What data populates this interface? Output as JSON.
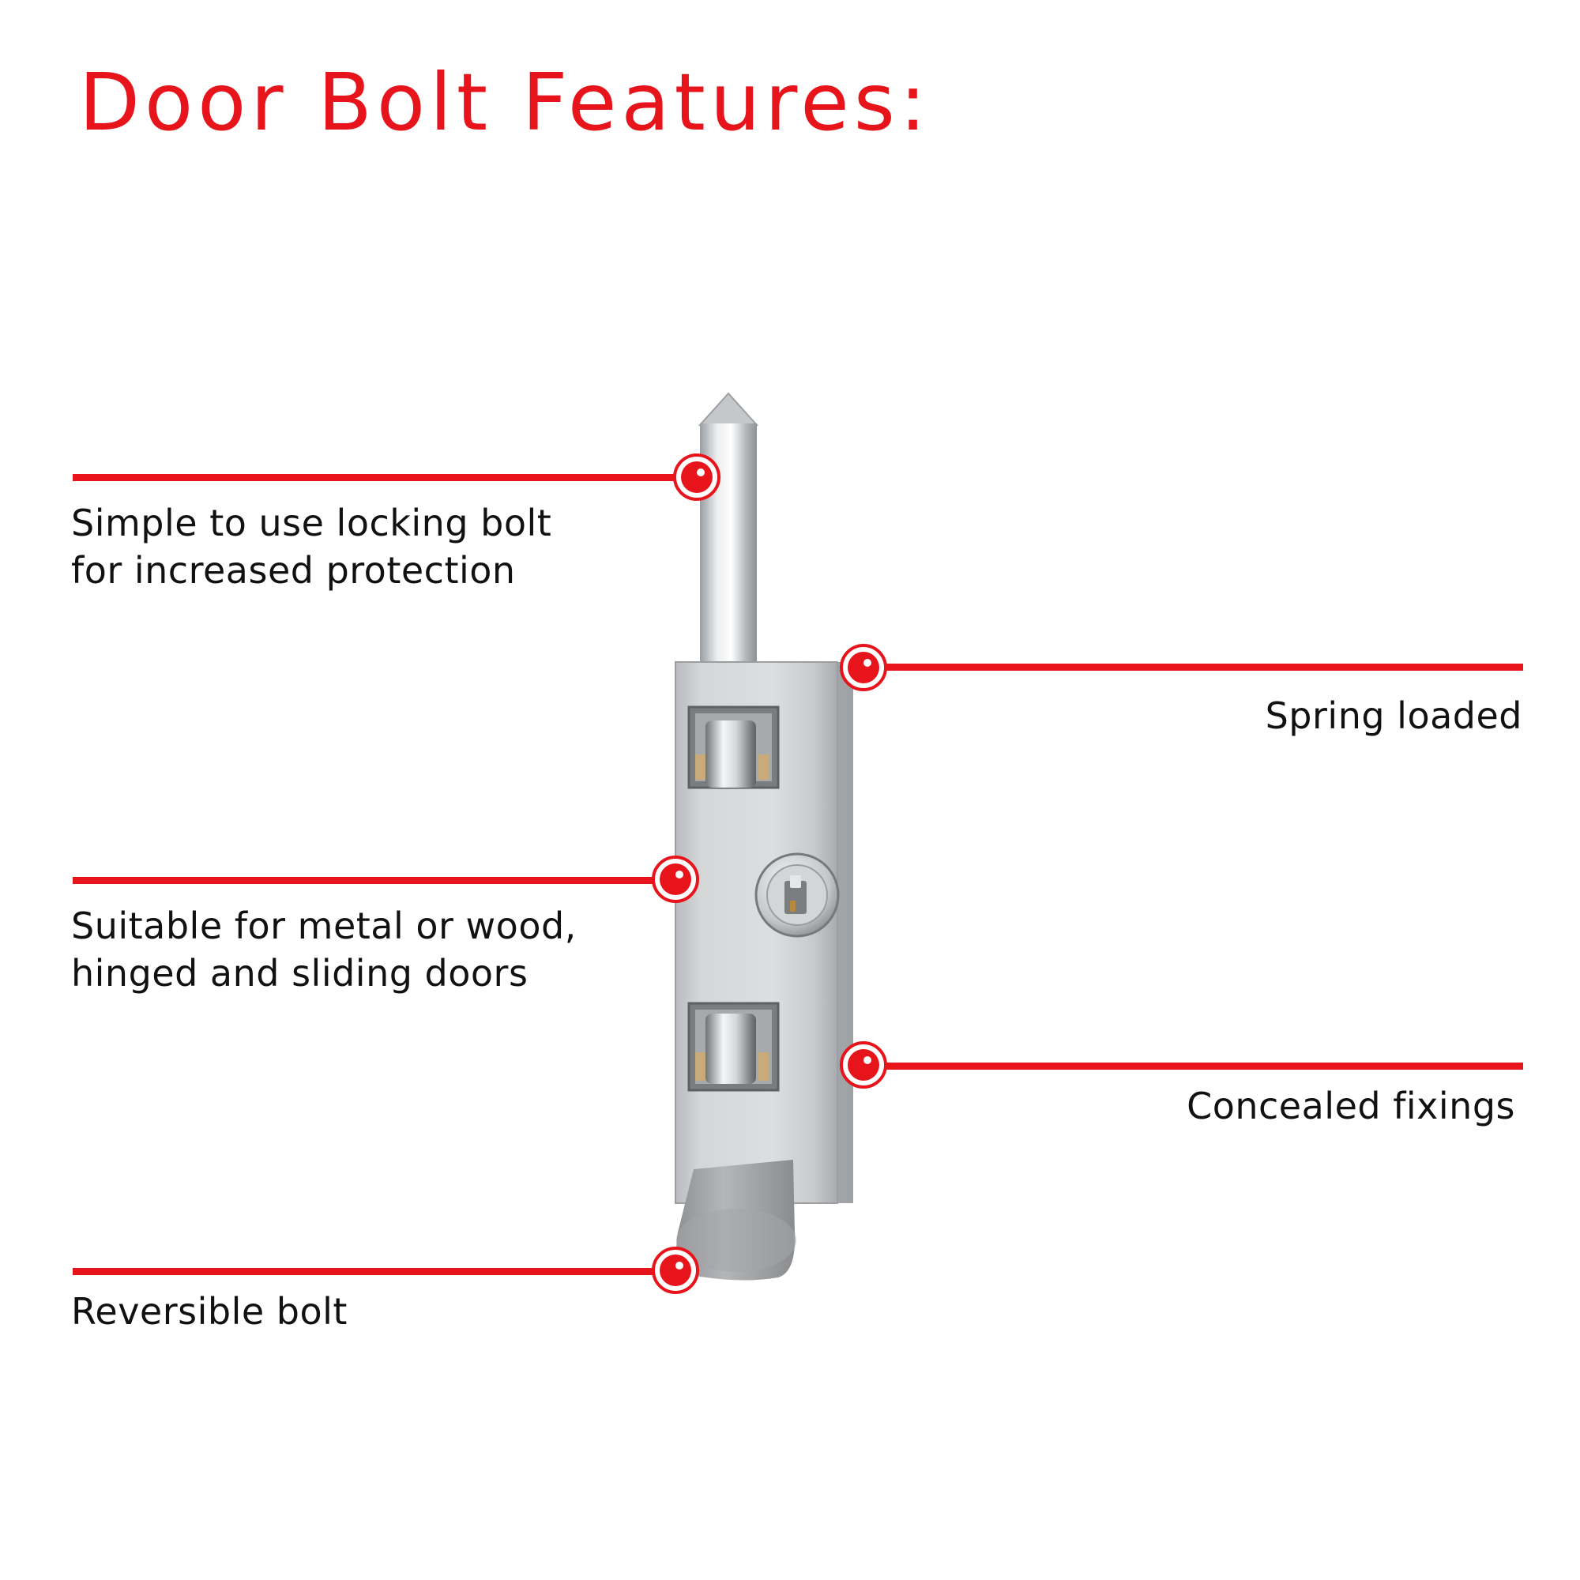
{
  "title": "Door Bolt Features:",
  "callouts": {
    "locking_bolt": {
      "line1": "Simple to use locking bolt",
      "line2": "for increased protection"
    },
    "spring_loaded": {
      "line1": "Spring loaded"
    },
    "suitable": {
      "line1": "Suitable for metal or wood,",
      "line2": "hinged and sliding doors"
    },
    "concealed": {
      "line1": "Concealed fixings"
    },
    "reversible": {
      "line1": "Reversible bolt"
    }
  },
  "colors": {
    "accent": "#e8141c",
    "text": "#111111",
    "metal": "#c9cbcd",
    "knob": "#9ea0a3"
  }
}
